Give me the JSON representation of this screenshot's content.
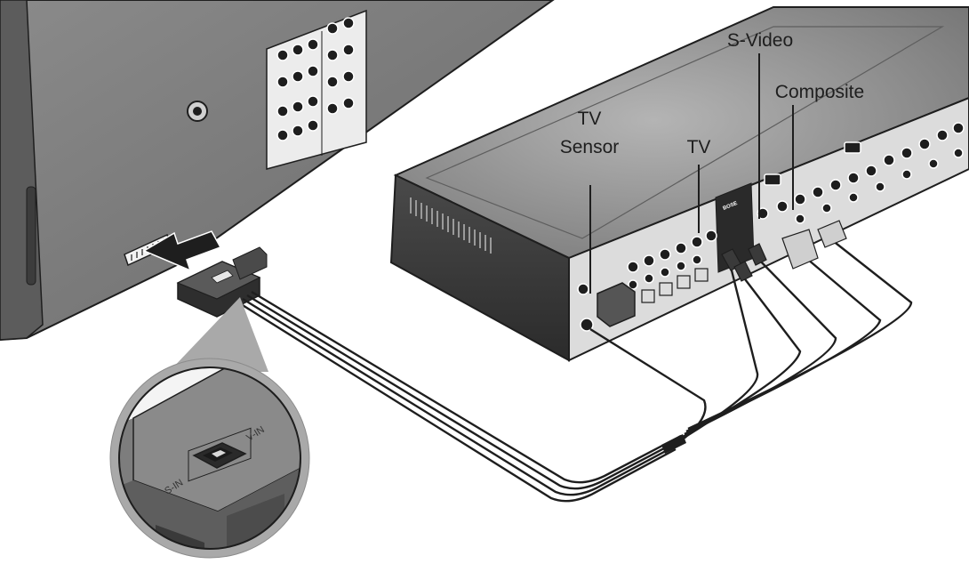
{
  "labels": {
    "tv_sensor_line1": "TV",
    "tv_sensor_line2": "Sensor",
    "tv": "TV",
    "s_video": "S-Video",
    "composite": "Composite"
  },
  "zoom": {
    "s_in": "S-IN",
    "v_in": "V-IN"
  },
  "brand": "BOSE",
  "colors": {
    "line": "#1e1e1e",
    "tv_panel": "#7a7a7a",
    "console_top": "#8f8f8f",
    "console_side": "#3a3a3a",
    "zoom_ring": "#a9a9a9"
  }
}
